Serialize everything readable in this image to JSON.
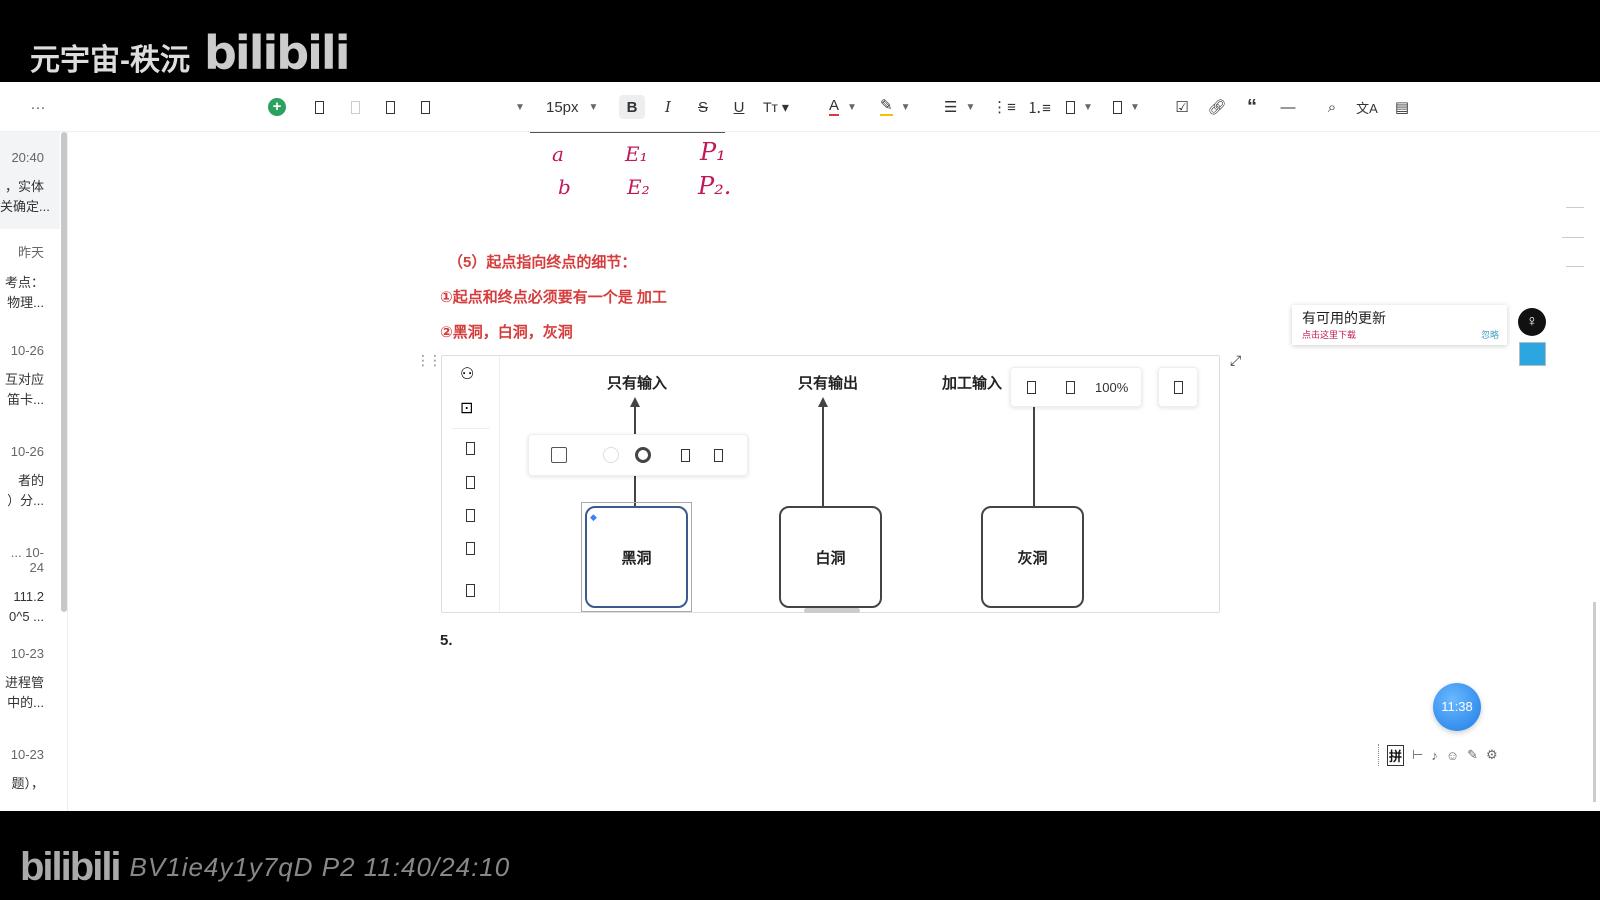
{
  "watermark": {
    "channel": "元宇宙-秩沅",
    "logo": "bilibili",
    "video_id": "BV1ie4y1y7qD P2 11:40/24:10"
  },
  "toolbar": {
    "more": "···",
    "font_size": "15px",
    "bold": "B",
    "italic": "I",
    "strike": "S",
    "underline": "U",
    "text_color": "A",
    "zoom": "100%"
  },
  "sidebar": {
    "items": [
      {
        "date": "20:40",
        "l1": "，实体",
        "l2": "关确定..."
      },
      {
        "date": "昨天",
        "l1": "考点：",
        "l2": "物理..."
      },
      {
        "date": "10-26",
        "l1": "互对应",
        "l2": "笛卡..."
      },
      {
        "date": "10-26",
        "l1": "者的",
        "l2": "）分..."
      },
      {
        "date": "... 10-24",
        "l1": "111.2",
        "l2": "0^5 ..."
      },
      {
        "date": "10-23",
        "l1": "进程管",
        "l2": "中的..."
      },
      {
        "date": "10-23",
        "l1": "题），",
        "l2": ""
      }
    ]
  },
  "doc": {
    "handwriting": {
      "row1": [
        "a",
        "E₁",
        "P₁"
      ],
      "row2": [
        "b",
        "E₂",
        "P₂."
      ]
    },
    "heading": "（5）起点指向终点的细节：",
    "point1": "①起点和终点必须要有一个是 加工",
    "point2": "②黑洞，白洞，灰洞",
    "next_num": "5."
  },
  "diagram": {
    "labels": [
      "只有输入",
      "只有输出",
      "加工输入"
    ],
    "nodes": [
      "黑洞",
      "白洞",
      "灰洞"
    ]
  },
  "update_toast": {
    "title": "有可用的更新",
    "link": "点击这里下载",
    "ignore": "忽略"
  },
  "timer": "11:38",
  "ime": "拼"
}
